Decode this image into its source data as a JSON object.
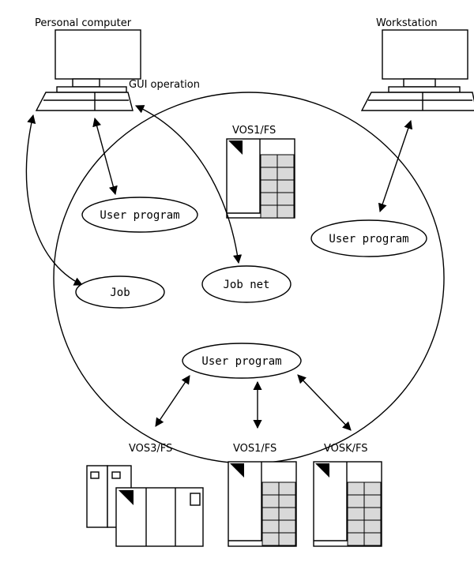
{
  "labels": {
    "personal_computer": "Personal computer",
    "workstation": "Workstation",
    "gui_operation": "GUI operation",
    "vos1_fs_top": "VOS1/FS",
    "vos3_fs": "VOS3/FS",
    "vos1_fs_bottom": "VOS1/FS",
    "vosk_fs": "VOSK/FS"
  },
  "nodes": {
    "user_program_left": "User program",
    "user_program_right": "User program",
    "user_program_bottom": "User program",
    "job": "Job",
    "job_net": "Job net"
  }
}
